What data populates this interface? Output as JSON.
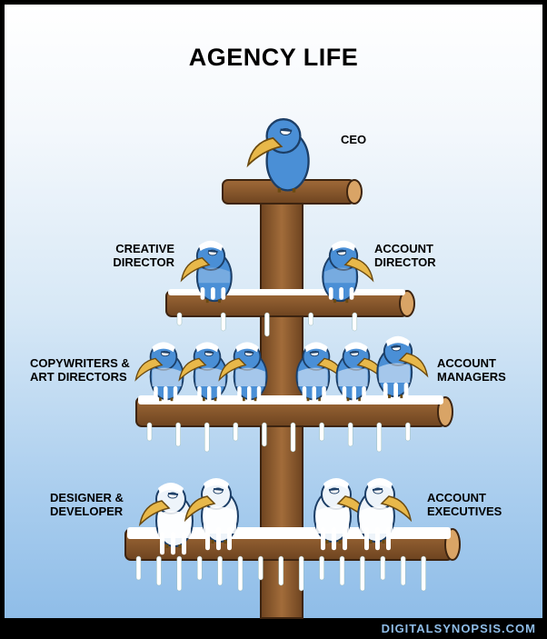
{
  "title": "AGENCY LIFE",
  "labels": {
    "ceo": "CEO",
    "creative_director": [
      "CREATIVE",
      "DIRECTOR"
    ],
    "account_director": [
      "ACCOUNT",
      "DIRECTOR"
    ],
    "copywriters": [
      "COPYWRITERS &",
      "ART DIRECTORS"
    ],
    "account_managers": [
      "ACCOUNT",
      "MANAGERS"
    ],
    "designer": [
      "DESIGNER &",
      "DEVELOPER"
    ],
    "account_executives": [
      "ACCOUNT",
      "EXECUTIVES"
    ]
  },
  "footer": "DIGITALSYNOPSIS.COM",
  "colors": {
    "bird_blue": "#4a8fd6",
    "wood": "#8a5a2e",
    "snow": "#ffffff"
  }
}
